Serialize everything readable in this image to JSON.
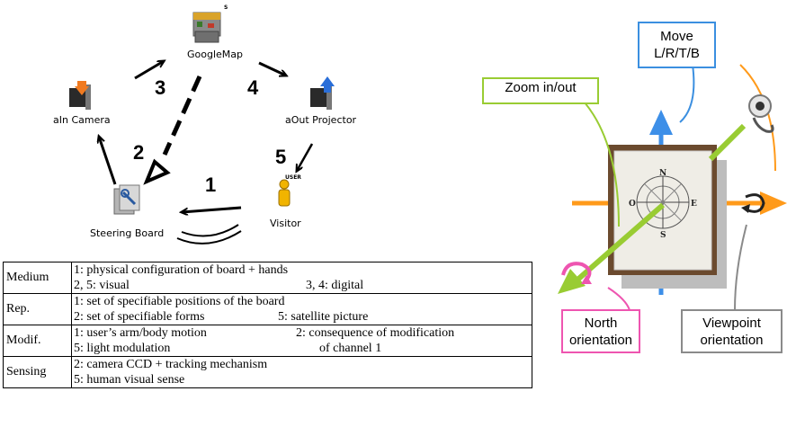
{
  "diagram": {
    "nodes": {
      "googlemap": {
        "label": "GoogleMap",
        "tag": "S"
      },
      "ain_camera": {
        "label": "aIn Camera"
      },
      "aout_projector": {
        "label": "aOut Projector"
      },
      "steering_board": {
        "label": "Steering Board"
      },
      "visitor": {
        "label": "Visitor",
        "tag": "USER"
      }
    },
    "channels": [
      "1",
      "2",
      "3",
      "4",
      "5"
    ]
  },
  "table": {
    "rows": [
      {
        "header": "Medium",
        "lines": [
          {
            "left": "1: physical configuration of board + hands",
            "right": ""
          },
          {
            "left": "2, 5: visual",
            "right": "3, 4: digital"
          }
        ]
      },
      {
        "header": "Rep.",
        "lines": [
          {
            "left": "1: set of specifiable positions of the board",
            "right": ""
          },
          {
            "left": "2: set of specifiable forms",
            "right": "5: satellite picture"
          }
        ]
      },
      {
        "header": "Modif.",
        "lines": [
          {
            "left": "1: user’s arm/body motion",
            "right": "2: consequence of modification"
          },
          {
            "left": "5: light modulation",
            "right": "of channel 1"
          }
        ]
      },
      {
        "header": "Sensing",
        "lines": [
          {
            "left": "2: camera CCD + tracking mechanism",
            "right": ""
          },
          {
            "left": "5: human visual sense",
            "right": ""
          }
        ]
      }
    ]
  },
  "photo": {
    "compass": {
      "n": "N",
      "s": "S",
      "e": "E",
      "o": "O"
    }
  },
  "callouts": {
    "zoom": "Zoom in/out",
    "move_line1": "Move",
    "move_line2": "L/R/T/B",
    "north_line1": "North",
    "north_line2": "orientation",
    "viewpoint_line1": "Viewpoint",
    "viewpoint_line2": "orientation"
  },
  "colors": {
    "zoom": "#99cc33",
    "move": "#3b8fe0",
    "north": "#ee55b0",
    "viewpoint": "#8a8a8a",
    "orange_axis": "#ff9a1a",
    "blue_axis": "#3d8fe8"
  }
}
